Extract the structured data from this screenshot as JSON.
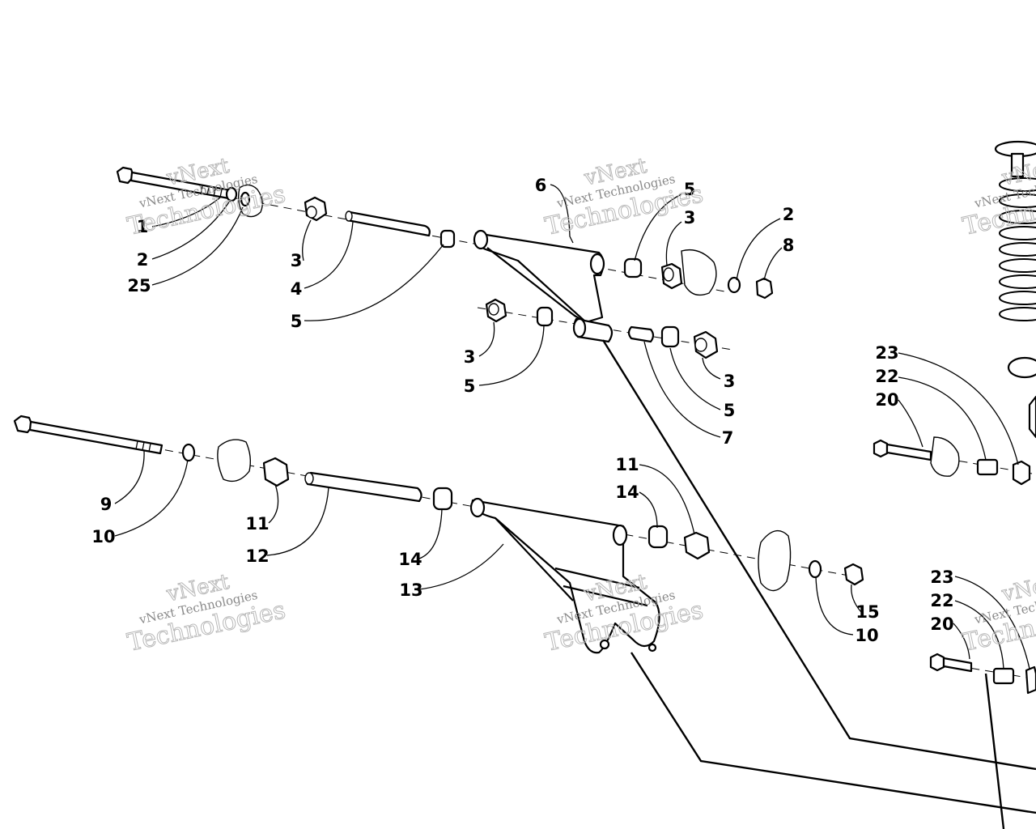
{
  "watermark": {
    "line1": "vNext",
    "line2": "vNext Technologies",
    "line3": "Technologies"
  },
  "callouts": [
    {
      "id": "c1",
      "text": "1"
    },
    {
      "id": "c2a",
      "text": "2"
    },
    {
      "id": "c25",
      "text": "25"
    },
    {
      "id": "c3a",
      "text": "3"
    },
    {
      "id": "c4",
      "text": "4"
    },
    {
      "id": "c5a",
      "text": "5"
    },
    {
      "id": "c6",
      "text": "6"
    },
    {
      "id": "c5b",
      "text": "5"
    },
    {
      "id": "c3b",
      "text": "3"
    },
    {
      "id": "c2b",
      "text": "2"
    },
    {
      "id": "c8",
      "text": "8"
    },
    {
      "id": "c3c",
      "text": "3"
    },
    {
      "id": "c5c",
      "text": "5"
    },
    {
      "id": "c3d",
      "text": "3"
    },
    {
      "id": "c5d",
      "text": "5"
    },
    {
      "id": "c7",
      "text": "7"
    },
    {
      "id": "c23a",
      "text": "23"
    },
    {
      "id": "c22a",
      "text": "22"
    },
    {
      "id": "c20a",
      "text": "20"
    },
    {
      "id": "c9",
      "text": "9"
    },
    {
      "id": "c10a",
      "text": "10"
    },
    {
      "id": "c11a",
      "text": "11"
    },
    {
      "id": "c12",
      "text": "12"
    },
    {
      "id": "c14a",
      "text": "14"
    },
    {
      "id": "c13",
      "text": "13"
    },
    {
      "id": "c11b",
      "text": "11"
    },
    {
      "id": "c14b",
      "text": "14"
    },
    {
      "id": "c15",
      "text": "15"
    },
    {
      "id": "c10b",
      "text": "10"
    },
    {
      "id": "c23b",
      "text": "23"
    },
    {
      "id": "c22b",
      "text": "22"
    },
    {
      "id": "c20b",
      "text": "20"
    }
  ]
}
